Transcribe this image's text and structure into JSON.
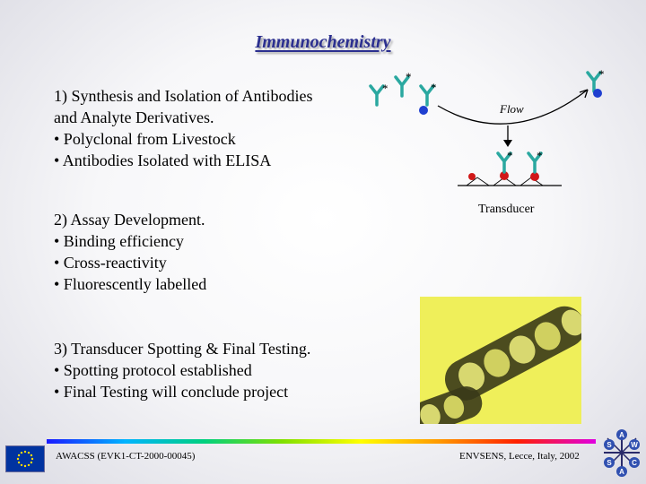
{
  "title": "Immunochemistry",
  "section1": {
    "heading": "1) Synthesis and Isolation of Antibodies",
    "heading_cont": "and Analyte Derivatives.",
    "bullets": [
      "• Polyclonal from Livestock",
      "• Antibodies Isolated with ELISA"
    ]
  },
  "section2": {
    "heading": "2) Assay Development.",
    "bullets": [
      "• Binding efficiency",
      "• Cross-reactivity",
      "• Fluorescently labelled"
    ]
  },
  "section3": {
    "heading": "3) Transducer Spotting & Final Testing.",
    "bullets": [
      "• Spotting protocol established",
      "• Final Testing will conclude project"
    ]
  },
  "diagram": {
    "flow_label": "Flow",
    "transducer_label": "Transducer",
    "label_marker": "*"
  },
  "logo_letters": [
    "A",
    "S",
    "W",
    "S",
    "C",
    "A"
  ],
  "footer": {
    "left": "AWACSS (EVK1-CT-2000-00045)",
    "right": "ENVSENS, Lecce, Italy, 2002"
  },
  "colors": {
    "title": "#2b2f8f",
    "antibody": "#2aa8a0",
    "analyte_blue": "#1f3fd0",
    "analyte_red": "#d01818",
    "eu_blue": "#0033a0",
    "eu_star": "#ffdd00"
  }
}
